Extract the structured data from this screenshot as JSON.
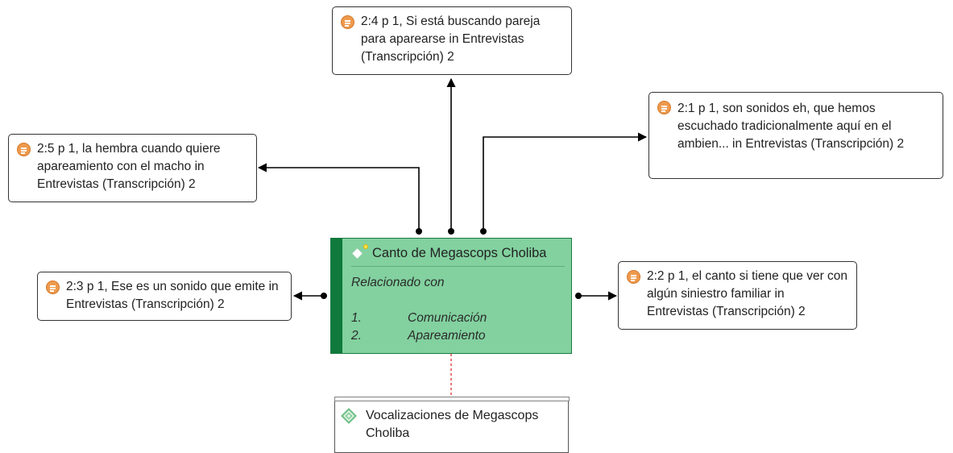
{
  "quotations": [
    {
      "id": "q24",
      "text": "2:4 p 1, Si está buscando pareja para aparearse in Entrevistas (Transcripción) 2"
    },
    {
      "id": "q21",
      "text": "2:1 p 1, son sonidos eh, que hemos escuchado tradicionalmente aquí en el ambien... in Entrevistas (Transcripción) 2"
    },
    {
      "id": "q25",
      "text": "2:5 p 1, la hembra cuando quiere apareamiento con el macho in Entrevistas (Transcripción) 2"
    },
    {
      "id": "q23",
      "text": "2:3 p 1, Ese es un sonido que emite in Entrevistas (Transcripción) 2"
    },
    {
      "id": "q22",
      "text": "2:2 p 1, el canto si tiene que ver con algún siniestro familiar in Entrevistas (Transcripción) 2"
    }
  ],
  "main_code": {
    "title": "Canto de Megascops Choliba",
    "comment_heading": "Relacionado con",
    "items": [
      {
        "num": "1.",
        "label": "Comunicación"
      },
      {
        "num": "2.",
        "label": "Apareamiento"
      }
    ]
  },
  "group_code": {
    "title": "Vocalizaciones de Megascops Choliba"
  },
  "colors": {
    "code_fill": "#82d19f",
    "code_stripe": "#0f7a3c",
    "quote_icon": "#ee9a4d",
    "link_line": "#000000",
    "dashed_link": "#e03030"
  },
  "icons": {
    "quotation": "quotation-document-icon",
    "code": "code-diamond-icon",
    "group": "code-group-diamond-icon"
  }
}
